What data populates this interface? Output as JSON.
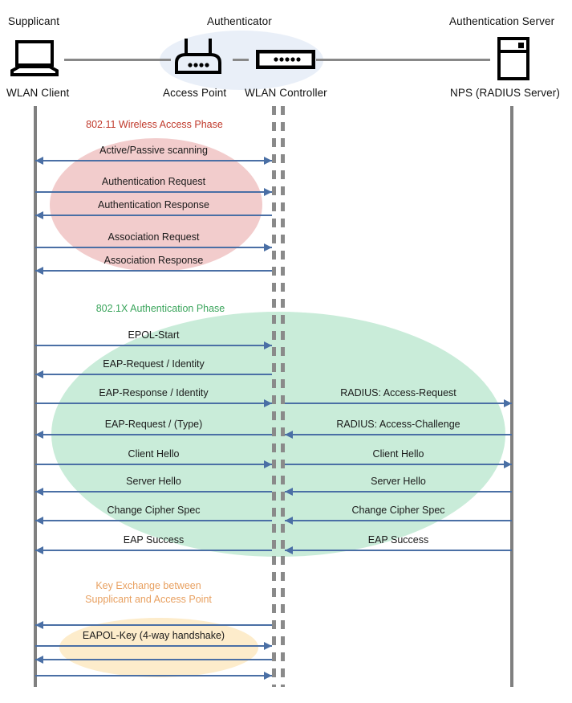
{
  "actors": [
    {
      "id": "supplicant",
      "title": "Supplicant",
      "caption": "WLAN Client",
      "icon": "laptop-icon"
    },
    {
      "id": "authenticator",
      "title": "Authenticator",
      "caption": "Access Point",
      "icon": "wireless-access-point-icon"
    },
    {
      "id": "controller",
      "title": "",
      "caption": "WLAN Controller",
      "icon": "wlan-controller-icon"
    },
    {
      "id": "auth-server",
      "title": "Authentication Server",
      "caption": "NPS (RADIUS Server)",
      "icon": "server-tower-icon"
    }
  ],
  "phases": [
    {
      "id": "wireless-access",
      "label": "802.11 Wireless Access Phase",
      "color": "#C0392B",
      "blob_color": "#f2cccc"
    },
    {
      "id": "dot1x-auth",
      "label": "802.1X Authentication Phase",
      "color": "#3BA55C",
      "blob_color": "#c9ecd9"
    },
    {
      "id": "key-exchange",
      "label": "Key Exchange between\nSupplicant and Access Point",
      "color": "#E8A060",
      "blob_color": "#fdeccb"
    }
  ],
  "messages_left": [
    {
      "id": "active-passive-scanning",
      "label": "Active/Passive scanning",
      "direction": "both"
    },
    {
      "id": "authentication-request",
      "label": "Authentication Request",
      "direction": "right"
    },
    {
      "id": "authentication-response",
      "label": "Authentication Response",
      "direction": "left"
    },
    {
      "id": "association-request",
      "label": "Association Request",
      "direction": "right"
    },
    {
      "id": "association-response",
      "label": "Association Response",
      "direction": "left"
    },
    {
      "id": "eapol-start",
      "label": "EPOL-Start",
      "direction": "right"
    },
    {
      "id": "eap-request-identity",
      "label": "EAP-Request / Identity",
      "direction": "left"
    },
    {
      "id": "eap-response-identity",
      "label": "EAP-Response / Identity",
      "direction": "right"
    },
    {
      "id": "eap-request-type",
      "label": "EAP-Request / (Type)",
      "direction": "left"
    },
    {
      "id": "client-hello",
      "label": "Client Hello",
      "direction": "right"
    },
    {
      "id": "server-hello",
      "label": "Server Hello",
      "direction": "left"
    },
    {
      "id": "change-cipher-spec",
      "label": "Change Cipher Spec",
      "direction": "left"
    },
    {
      "id": "eap-success",
      "label": "EAP Success",
      "direction": "left"
    },
    {
      "id": "eapol-key-1",
      "label": "",
      "direction": "left"
    },
    {
      "id": "eapol-key-2",
      "label": "EAPOL-Key (4-way handshake)",
      "direction": "right"
    },
    {
      "id": "eapol-key-3",
      "label": "",
      "direction": "left"
    },
    {
      "id": "eapol-key-4",
      "label": "",
      "direction": "right"
    }
  ],
  "messages_right": [
    {
      "id": "radius-access-request",
      "label": "RADIUS: Access-Request",
      "direction": "right"
    },
    {
      "id": "radius-access-challenge",
      "label": "RADIUS: Access-Challenge",
      "direction": "left"
    },
    {
      "id": "client-hello-radius",
      "label": "Client Hello",
      "direction": "right"
    },
    {
      "id": "server-hello-radius",
      "label": "Server Hello",
      "direction": "left"
    },
    {
      "id": "change-cipher-spec-radius",
      "label": "Change Cipher Spec",
      "direction": "left"
    },
    {
      "id": "eap-success-radius",
      "label": "EAP Success",
      "direction": "left"
    }
  ]
}
